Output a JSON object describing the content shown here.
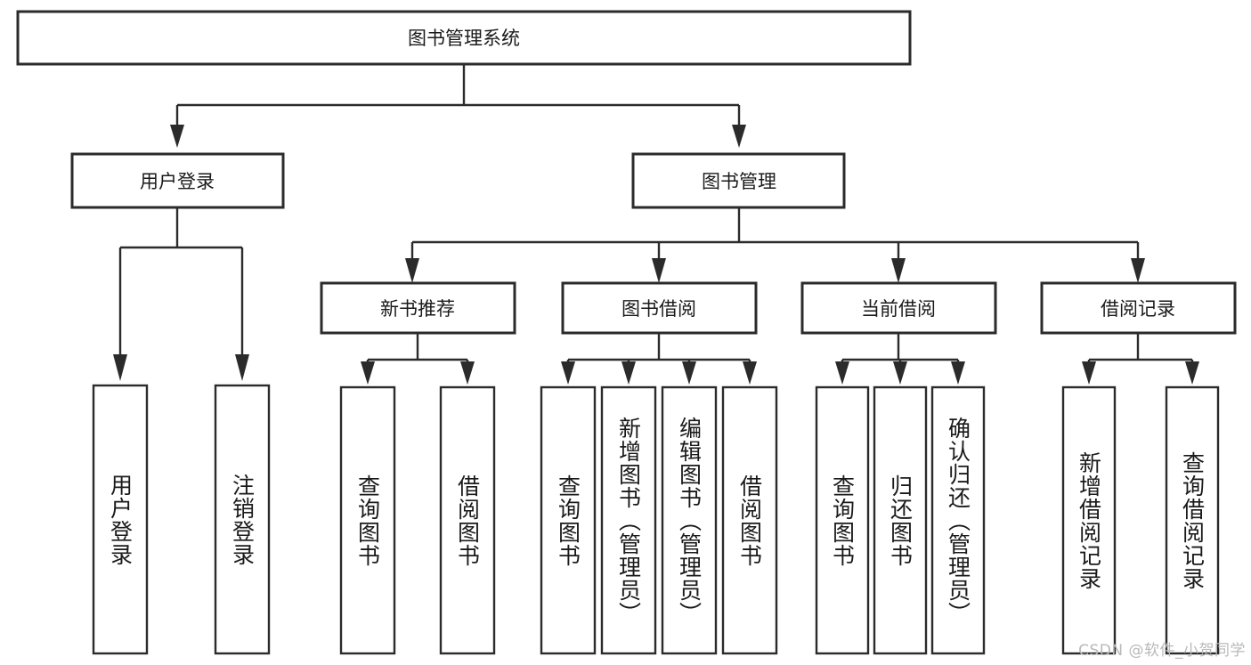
{
  "diagram": {
    "type": "tree-hierarchy",
    "title": "图书管理系统",
    "orientation": "top-down",
    "colors": {
      "box_stroke": "#2b2b2b",
      "box_fill": "#ffffff",
      "text": "#1a1a1a",
      "background": "#ffffff",
      "watermark": "#b9b9b9"
    },
    "root": {
      "label": "图书管理系统"
    },
    "level1": [
      {
        "id": "user-login",
        "label": "用户登录"
      },
      {
        "id": "book-management",
        "label": "图书管理"
      }
    ],
    "level2": [
      {
        "id": "new-book-recommend",
        "label": "新书推荐",
        "parent": "book-management"
      },
      {
        "id": "book-borrow",
        "label": "图书借阅",
        "parent": "book-management"
      },
      {
        "id": "current-borrow",
        "label": "当前借阅",
        "parent": "book-management"
      },
      {
        "id": "borrow-record",
        "label": "借阅记录",
        "parent": "book-management"
      }
    ],
    "leaves": {
      "user-login": [
        {
          "id": "leaf-user-login",
          "label": "用户登录"
        },
        {
          "id": "leaf-logout-login",
          "label": "注销登录"
        }
      ],
      "new-book-recommend": [
        {
          "id": "leaf-query-book-1",
          "label": "查询图书"
        },
        {
          "id": "leaf-borrow-book-1",
          "label": "借阅图书"
        }
      ],
      "book-borrow": [
        {
          "id": "leaf-query-book-2",
          "label": "查询图书"
        },
        {
          "id": "leaf-add-book",
          "label": "新增图书（管理员）"
        },
        {
          "id": "leaf-edit-book",
          "label": "编辑图书（管理员）"
        },
        {
          "id": "leaf-borrow-book-2",
          "label": "借阅图书"
        }
      ],
      "current-borrow": [
        {
          "id": "leaf-query-book-3",
          "label": "查询图书"
        },
        {
          "id": "leaf-return-book",
          "label": "归还图书"
        },
        {
          "id": "leaf-confirm-return",
          "label": "确认归还（管理员）"
        }
      ],
      "borrow-record": [
        {
          "id": "leaf-add-record",
          "label": "新增借阅记录"
        },
        {
          "id": "leaf-query-record",
          "label": "查询借阅记录"
        }
      ]
    }
  },
  "watermark": {
    "text": "CSDN @软件_小贺同学"
  }
}
